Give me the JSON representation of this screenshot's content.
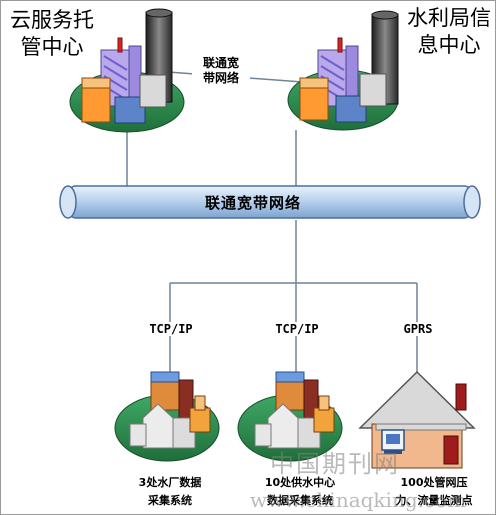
{
  "nodes": {
    "cloud_center": {
      "title": "云服务托\n管中心"
    },
    "water_bureau": {
      "title": "水利局信\n息中心"
    },
    "waterworks": {
      "label": "3处水厂数据\n采集系统"
    },
    "supply_centers": {
      "label": "10处供水中心\n数据采集系统"
    },
    "monitoring_points": {
      "label": "100处管网压\n力、流量监测点"
    }
  },
  "links": {
    "top_link_label": "联通宽\n带网络",
    "backbone_label": "联通宽带网络",
    "protocols": [
      "TCP/IP",
      "TCP/IP",
      "GPRS"
    ]
  },
  "watermark": {
    "cn": "中国期刊网",
    "en": "www.chinaqking.com"
  },
  "colors": {
    "backbone_fill": "#b9d2ee",
    "island_green": "#2f8f4e",
    "line": "#6f8498"
  }
}
